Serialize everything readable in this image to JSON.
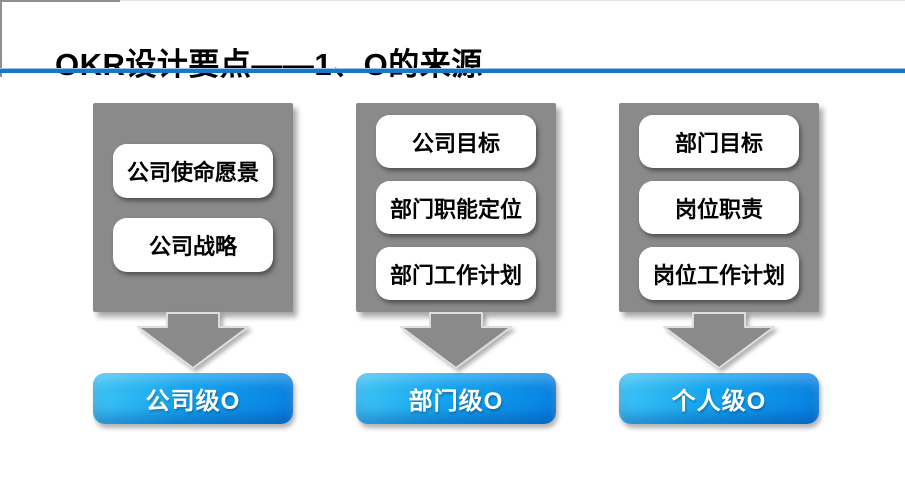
{
  "slide": {
    "title": "OKR设计要点——1、O的来源"
  },
  "columns": [
    {
      "name": "company",
      "sources": [
        "公司使命愿景",
        "公司战略"
      ],
      "result": "公司级O"
    },
    {
      "name": "department",
      "sources": [
        "公司目标",
        "部门职能定位",
        "部门工作计划"
      ],
      "result": "部门级O"
    },
    {
      "name": "individual",
      "sources": [
        "部门目标",
        "岗位职责",
        "岗位工作计划"
      ],
      "result": "个人级O"
    }
  ],
  "colors": {
    "divider_blue": "#1777c9",
    "box_gray": "#8a8a8a",
    "button_blue_light": "#3fc5f5",
    "button_blue_mid": "#14a3ee",
    "button_blue_dark": "#0781e1",
    "card_bg": "#ffffff",
    "title_text": "#000000",
    "result_text": "#ffffff"
  }
}
